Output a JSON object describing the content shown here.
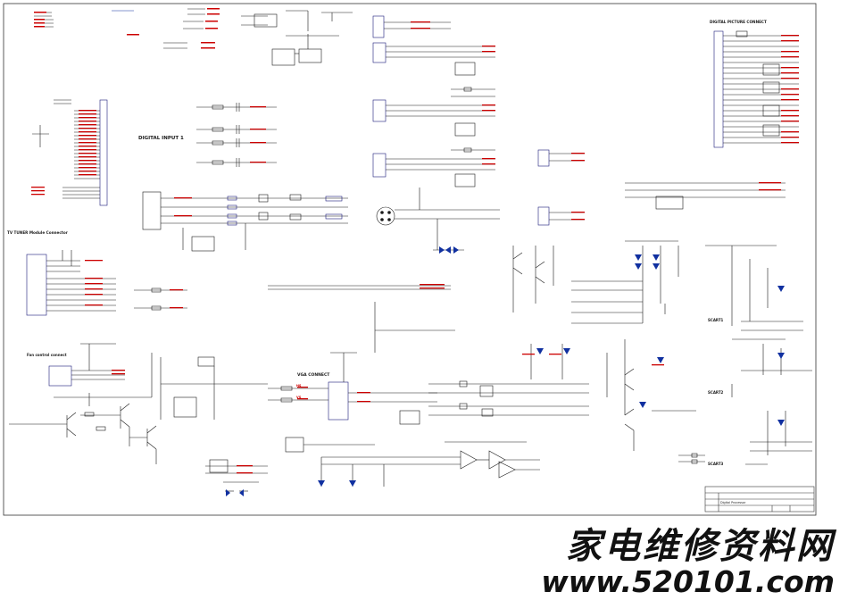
{
  "sections": {
    "digital_input": "DIGITAL INPUT 1",
    "tv_tuner": "TV TUNER Module Connector",
    "fan_control": "Fan control connect",
    "vga": "VGA CONNECT",
    "digital_picture": "DIGITAL PICTURE CONNECT",
    "scart1": "SCART1",
    "scart2": "SCART2",
    "scart3": "SCART3"
  },
  "title_block": {
    "title": "Digital Processor"
  },
  "labels": {
    "hs_vs": "HS",
    "vs": "VS"
  },
  "watermark": {
    "cn": "家电维修资料网",
    "url": "www.520101.com"
  },
  "colors": {
    "wire": "#1a1a1a",
    "net": "#cc0000",
    "part": "#1a1a7a",
    "diode": "#1030a0",
    "border": "#333333"
  }
}
